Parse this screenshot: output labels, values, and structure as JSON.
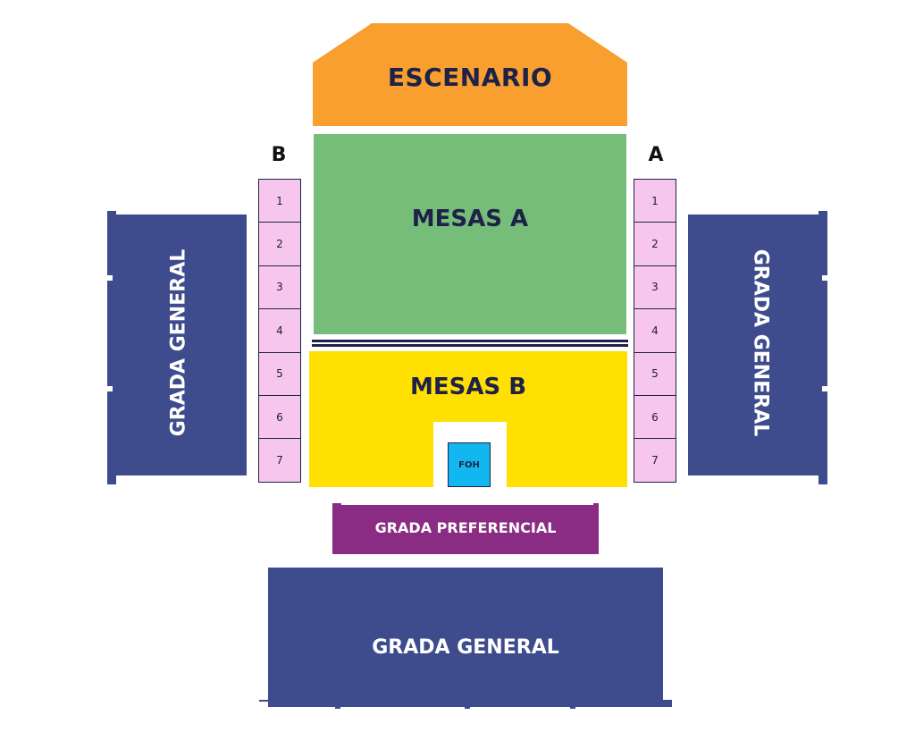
{
  "stage": {
    "label": "ESCENARIO",
    "color": "#f99f30"
  },
  "mesas_a": {
    "label": "MESAS A",
    "color": "#76bd7a"
  },
  "mesas_b": {
    "label": "MESAS B",
    "color": "#ffe000"
  },
  "foh": {
    "label": "FOH",
    "color": "#12b7ef"
  },
  "side_b": {
    "letter": "B",
    "boxes": [
      "1",
      "2",
      "3",
      "4",
      "5",
      "6",
      "7"
    ]
  },
  "side_a": {
    "letter": "A",
    "boxes": [
      "1",
      "2",
      "3",
      "4",
      "5",
      "6",
      "7"
    ]
  },
  "grada_left": {
    "label": "GRADA GENERAL",
    "color": "#3e4c8d"
  },
  "grada_right": {
    "label": "GRADA GENERAL",
    "color": "#3e4c8d"
  },
  "grada_preferencial": {
    "label": "GRADA PREFERENCIAL",
    "color": "#8b2c84"
  },
  "grada_bottom": {
    "label": "GRADA GENERAL",
    "color": "#3e4c8d"
  },
  "box_color": "#f7c6ee",
  "text_color": "#1e2148"
}
